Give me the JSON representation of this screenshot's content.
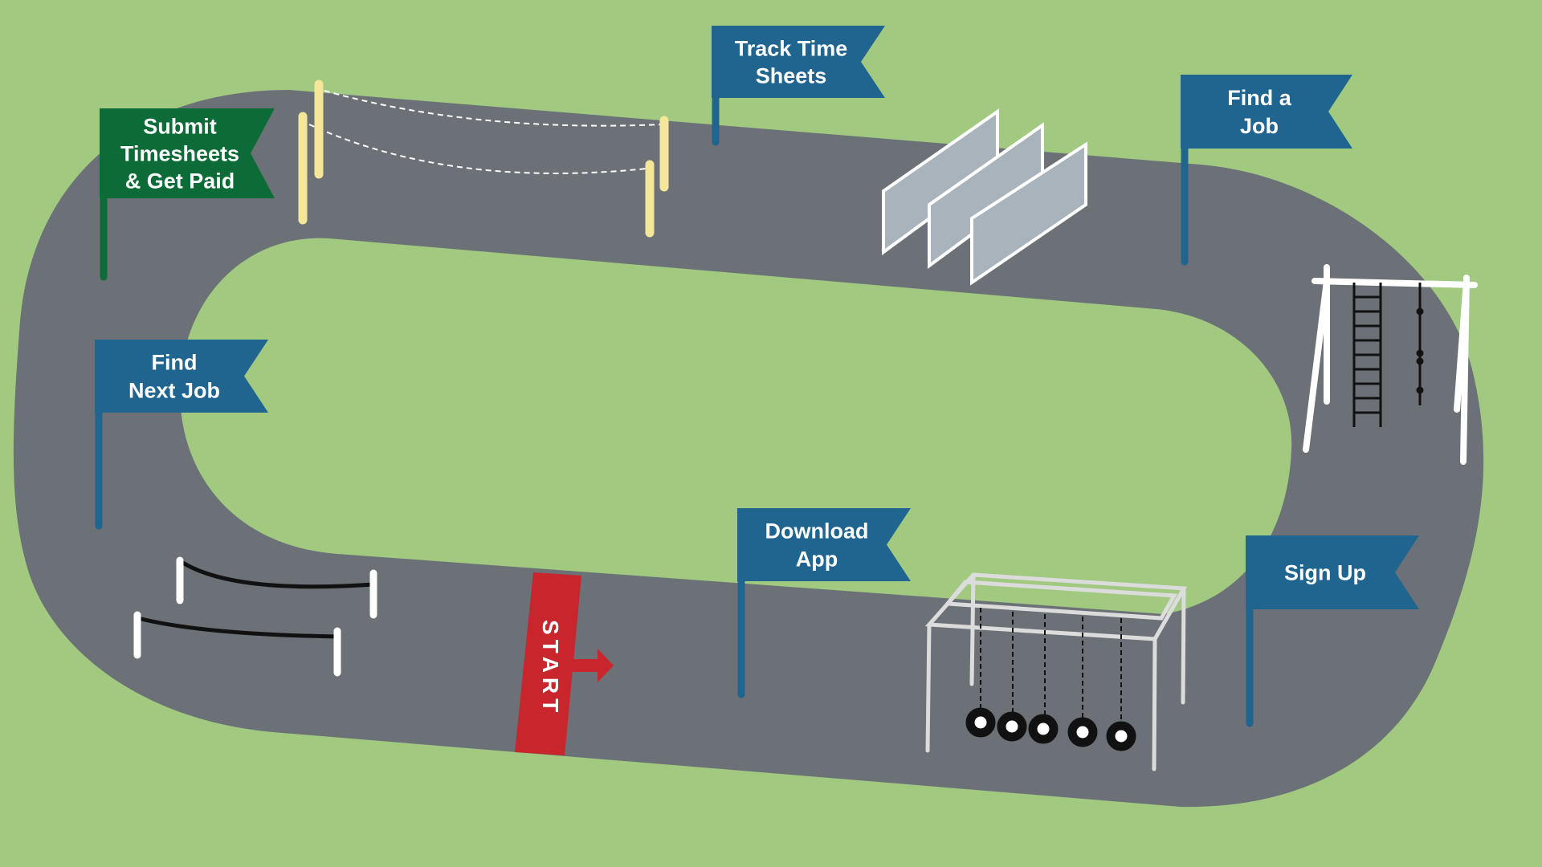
{
  "colors": {
    "grass": "#a1c980",
    "track": "#6b7177",
    "flag_blue": "#1f6590",
    "flag_green": "#0d6b38",
    "start_red": "#c8252d",
    "pole_yellow": "#f5e79a",
    "wall_grey": "#a9b3bb"
  },
  "start": {
    "label": "START"
  },
  "flags": [
    {
      "id": "submit-timesheets",
      "lines": [
        "Submit",
        "Timesheets",
        "& Get Paid"
      ],
      "color": "#0d6b38"
    },
    {
      "id": "track-time-sheets",
      "lines": [
        "Track Time",
        "Sheets"
      ],
      "color": "#1f6590"
    },
    {
      "id": "find-a-job",
      "lines": [
        "Find a",
        "Job"
      ],
      "color": "#1f6590"
    },
    {
      "id": "find-next-job",
      "lines": [
        "Find",
        "Next Job"
      ],
      "color": "#1f6590"
    },
    {
      "id": "download-app",
      "lines": [
        "Download",
        "App"
      ],
      "color": "#1f6590"
    },
    {
      "id": "sign-up",
      "lines": [
        "Sign Up"
      ],
      "color": "#1f6590"
    }
  ],
  "obstacles": [
    {
      "id": "tightrope",
      "icon": "tightrope-poles-icon"
    },
    {
      "id": "walls",
      "icon": "climbing-walls-icon"
    },
    {
      "id": "ladder",
      "icon": "rope-ladder-frame-icon"
    },
    {
      "id": "tire-swing",
      "icon": "hanging-tires-frame-icon"
    },
    {
      "id": "hurdles",
      "icon": "hurdles-icon"
    }
  ]
}
